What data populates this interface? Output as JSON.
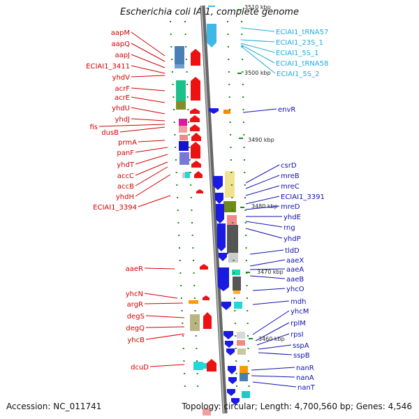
{
  "header": {
    "title": "Escherichia coli IAI1, complete genome"
  },
  "footer": {
    "accession": "Accession: NC_011741",
    "summary": "Topology: circular; Length: 4,700,560 bp; Genes: 4,546"
  },
  "colors": {
    "left_label": "#d40000",
    "right_label": "#1010b0",
    "rna_label": "#22aadd",
    "backbone": "#888888",
    "kbp_tick": "#118811"
  },
  "kbp_markers": [
    "3510 kbp",
    "3500 kbp",
    "3490 kbp",
    "3480 kbp",
    "3470 kbp",
    "3460 kbp"
  ],
  "left_genes": [
    "aapM",
    "aapQ",
    "aapJ",
    "ECIAI1_3411",
    "yhdV",
    "acrF",
    "acrE",
    "yhdU",
    "yhdJ",
    "fis",
    "dusB",
    "prmA",
    "panF",
    "yhdT",
    "accC",
    "accB",
    "yhdH",
    "ECIAI1_3394",
    "aaeR",
    "yhcN",
    "argR",
    "degS",
    "degQ",
    "yhcB",
    "dcuD"
  ],
  "right_rna_genes": [
    "ECIAI1_tRNA57",
    "ECIAI1_23S_1",
    "ECIAI1_5S_1",
    "ECIAI1_tRNA58",
    "ECIAI1_5S_2"
  ],
  "right_genes": [
    "envR",
    "csrD",
    "mreB",
    "mreC",
    "ECIAI1_3391",
    "mreD",
    "yhdE",
    "rng",
    "yhdP",
    "tldD",
    "aaeX",
    "aaeA",
    "aaeB",
    "yhcO",
    "mdh",
    "yhcM",
    "rplM",
    "rpsI",
    "sspA",
    "sspB",
    "nanR",
    "nanA",
    "nanT"
  ]
}
